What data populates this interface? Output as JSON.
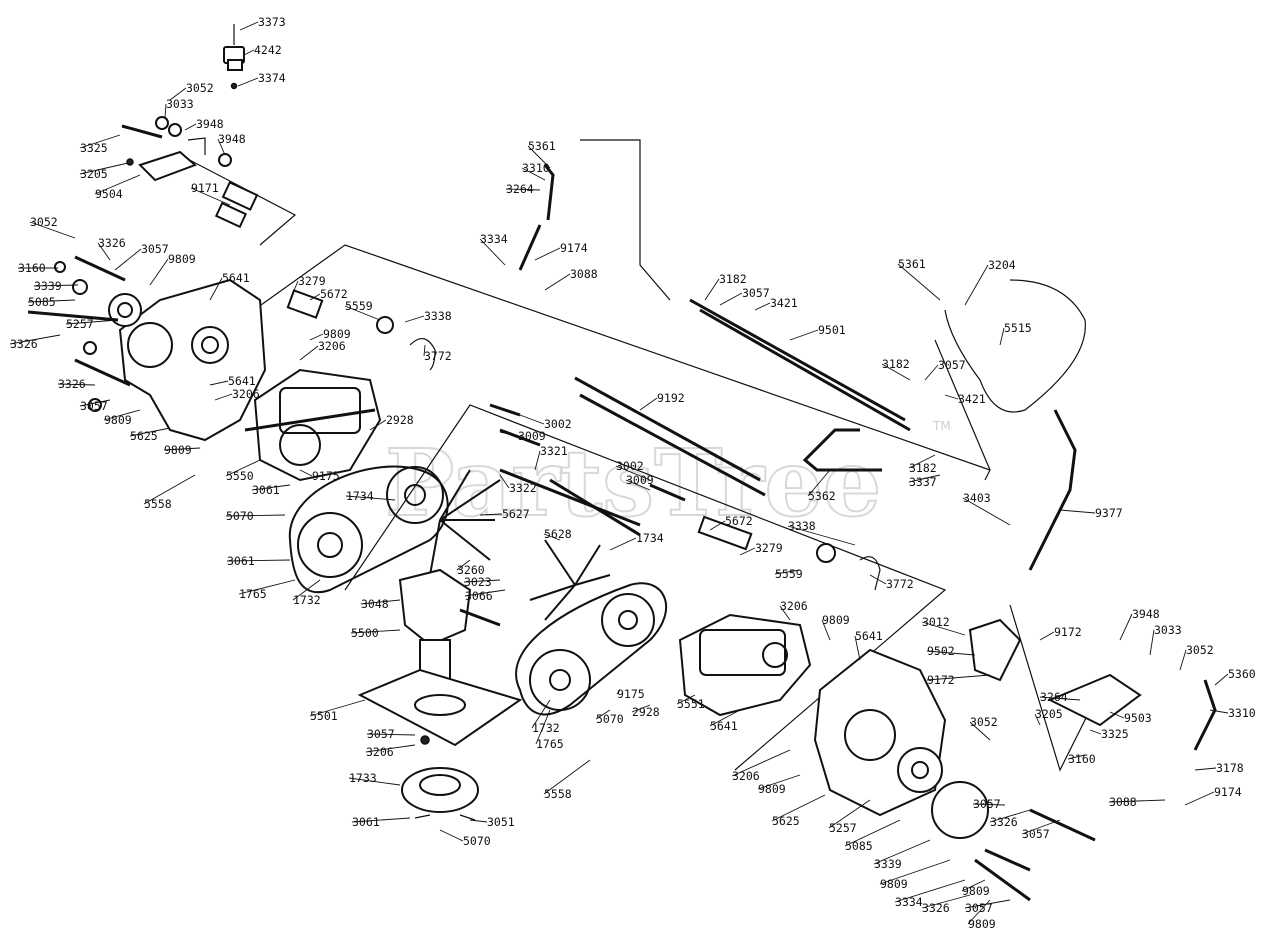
{
  "watermark": {
    "text": "PartsTree",
    "trademark": "TM"
  },
  "callouts": [
    "3373",
    "4242",
    "3374",
    "3052",
    "3033",
    "3948",
    "3948",
    "3325",
    "3205",
    "9504",
    "9171",
    "3052",
    "3326",
    "3057",
    "9809",
    "3160",
    "3339",
    "5085",
    "5257",
    "5641",
    "3326",
    "3326",
    "3057",
    "9809",
    "5625",
    "9809",
    "5558",
    "3206",
    "5641",
    "3206",
    "5672",
    "3279",
    "5559",
    "3338",
    "3772",
    "9809",
    "2928",
    "5550",
    "9175",
    "3061",
    "3002",
    "3009",
    "9192",
    "3321",
    "3322",
    "1734",
    "5627",
    "5070",
    "3061",
    "1765",
    "1732",
    "3048",
    "5500",
    "3260",
    "3023",
    "3066",
    "5628",
    "1734",
    "3002",
    "3009",
    "5672",
    "3279",
    "5559",
    "3338",
    "3772",
    "5501",
    "3057",
    "3206",
    "1733",
    "3061",
    "3051",
    "5070",
    "1732",
    "1765",
    "2928",
    "5070",
    "5551",
    "9175",
    "5558",
    "5641",
    "3206",
    "9809",
    "5625",
    "3206",
    "9809",
    "5641",
    "5257",
    "5085",
    "3339",
    "9809",
    "3057",
    "3326",
    "3057",
    "3326",
    "9809",
    "5361",
    "3310",
    "3264",
    "3334",
    "9174",
    "3088",
    "3182",
    "3057",
    "3421",
    "9501",
    "5361",
    "3204",
    "5515",
    "3182",
    "3057",
    "3421",
    "3182",
    "3337",
    "5362",
    "3403",
    "9377",
    "3012",
    "9502",
    "9172",
    "9172",
    "3948",
    "3033",
    "3052",
    "5360",
    "3310",
    "3264",
    "9503",
    "3325",
    "3205",
    "3052",
    "3160",
    "3178",
    "9174",
    "3088",
    "3334",
    "9809",
    "3057",
    "3326"
  ]
}
